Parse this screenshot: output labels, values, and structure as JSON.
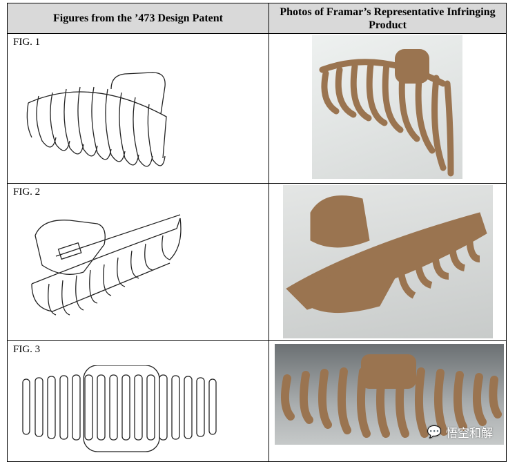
{
  "table": {
    "headers": [
      "Figures from the ’473 Design Patent",
      "Photos of Framar’s Representative Infringing Product"
    ],
    "rows": [
      {
        "fig_label": "FIG. 1"
      },
      {
        "fig_label": "FIG. 2"
      },
      {
        "fig_label": "FIG. 3"
      }
    ]
  },
  "watermark": {
    "text": "悟空和解",
    "icon": "wechat-icon"
  },
  "colors": {
    "header_bg": "#d9d9d9",
    "product_brown": "#9a7450"
  }
}
